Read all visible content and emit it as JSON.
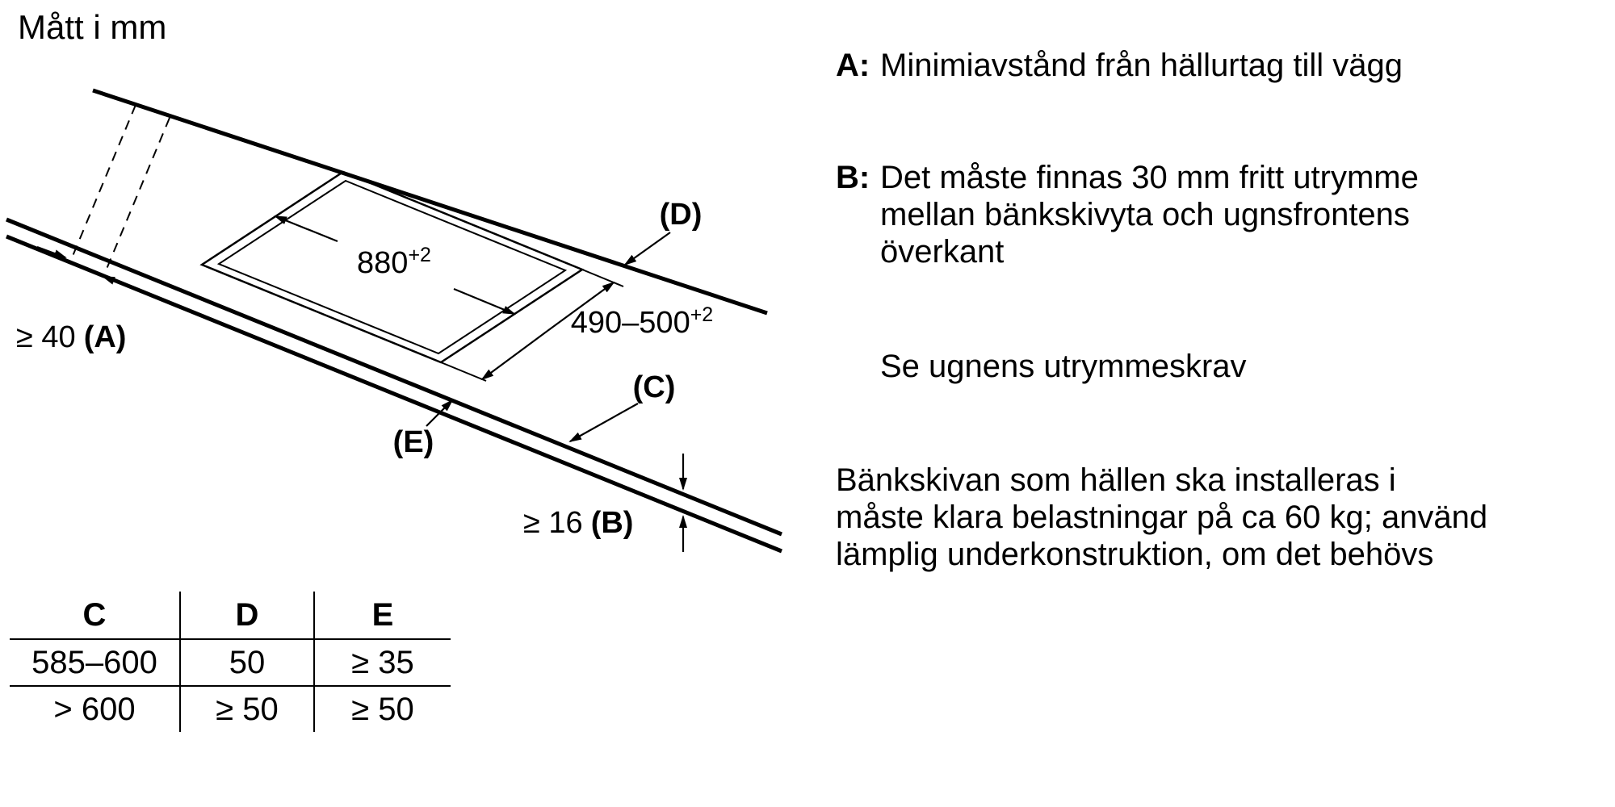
{
  "title": "Mått i mm",
  "diagram": {
    "dim_width": {
      "value": "880",
      "tol": "+2"
    },
    "dim_depth": {
      "value": "490–500",
      "tol": "+2"
    },
    "dim_wall": {
      "value": "≥ 40",
      "label": "(A)"
    },
    "dim_thickness": {
      "value": "≥ 16",
      "label": "(B)"
    },
    "label_c": "(C)",
    "label_d": "(D)",
    "label_e": "(E)"
  },
  "table": {
    "headers": [
      "C",
      "D",
      "E"
    ],
    "rows": [
      [
        "585–600",
        "50",
        "≥ 35"
      ],
      [
        "> 600",
        "≥ 50",
        "≥ 50"
      ]
    ]
  },
  "notes": {
    "a": {
      "label": "A:",
      "lines": [
        "Minimiavstånd från hällurtag till vägg"
      ]
    },
    "b": {
      "label": "B:",
      "lines": [
        "Det måste finnas 30 mm fritt utrymme",
        "mellan bänkskivyta och ugnsfrontens",
        "överkant"
      ]
    },
    "oven": "Se ugnens utrymmeskrav",
    "load_lines": [
      "Bänkskivan som hällen ska installeras i",
      "måste klara belastningar på ca 60 kg; använd",
      "lämplig underkonstruktion, om det behövs"
    ]
  },
  "colors": {
    "ink": "#000000",
    "background": "#ffffff"
  }
}
